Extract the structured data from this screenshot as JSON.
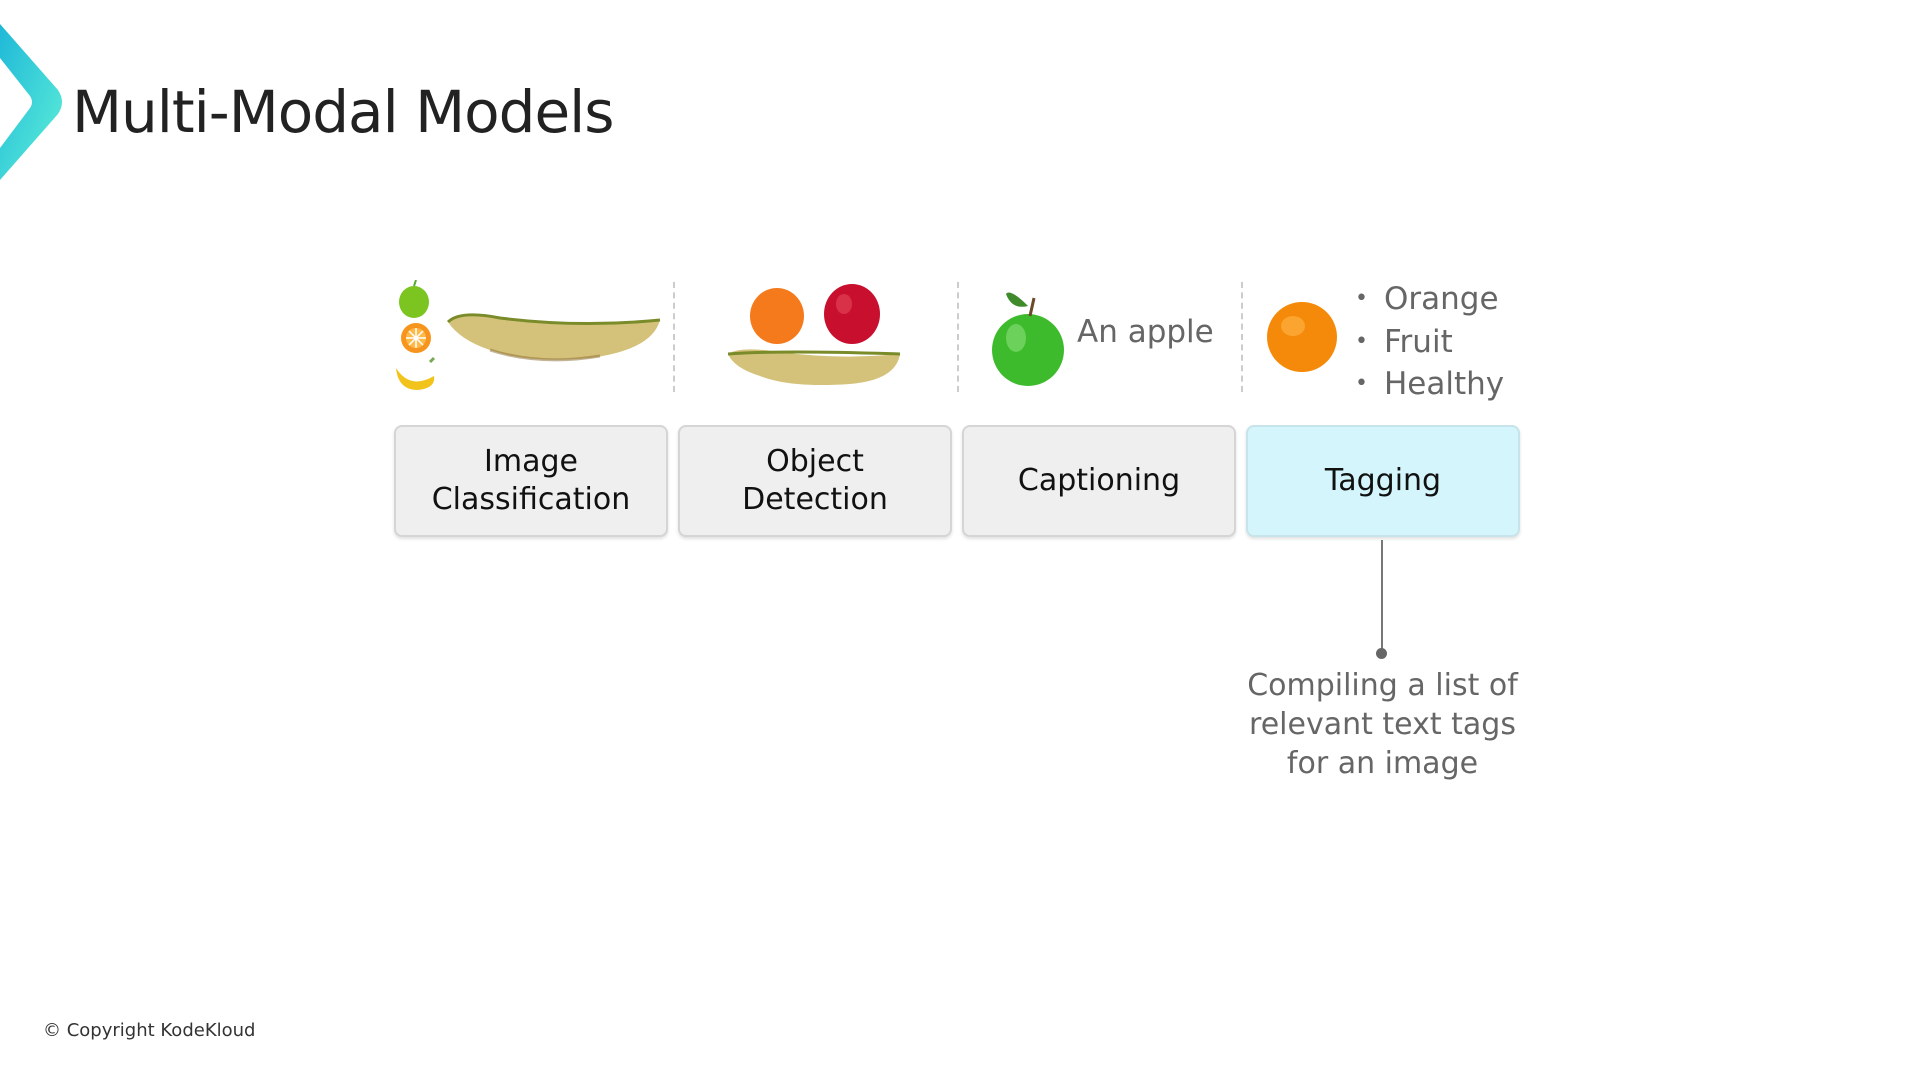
{
  "header": {
    "title": "Multi-Modal Models"
  },
  "columns": [
    {
      "label_line1": "Image",
      "label_line2": "Classification"
    },
    {
      "label_line1": "Object",
      "label_line2": "Detection"
    },
    {
      "label": "Captioning",
      "caption_text": "An apple"
    },
    {
      "label": "Tagging",
      "tags": [
        "Orange",
        "Fruit",
        "Healthy"
      ]
    }
  ],
  "callout": {
    "line1": "Compiling a list of",
    "line2": "relevant text tags",
    "line3": "for an image"
  },
  "footer": {
    "copyright": "© Copyright KodeKloud"
  },
  "colors": {
    "accent_start": "#1fb8d8",
    "accent_end": "#5ef0d8",
    "active_box": "#d3f5fb",
    "box": "#efefef"
  }
}
